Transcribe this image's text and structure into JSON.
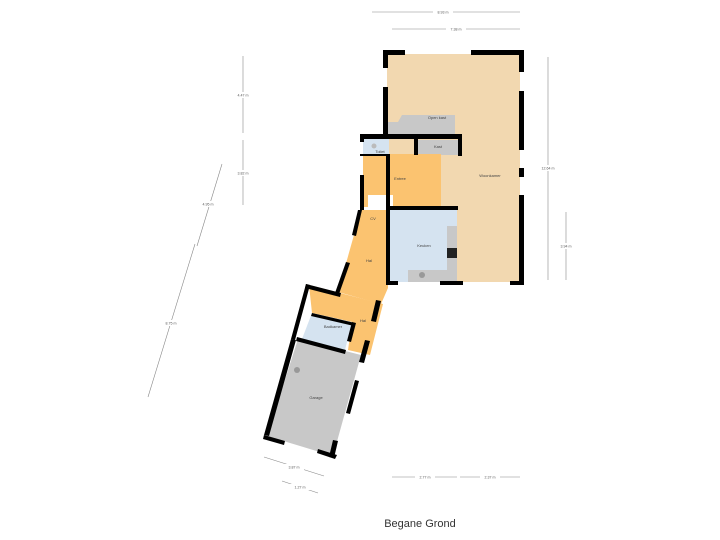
{
  "floor_title": "Begane Grond",
  "rooms": {
    "woonkamer": "Woonkamer",
    "entree": "Entree",
    "toilet": "Toilet",
    "kast": "Kast",
    "open_kast": "Open kast",
    "keuken": "Keuken",
    "hal_upper": "Hal",
    "hal_lower": "Hal",
    "badkamer": "Badkamer",
    "garage": "Garage",
    "wc_label": "CV"
  },
  "dimensions": {
    "top_overall": "8.93 m",
    "top_living": "7.38 m",
    "right_overall": "12.64 m",
    "right_kitchen": "3.94 m",
    "left_upper": "4.47 m",
    "left_lower": "3.82 m",
    "diag_upper": "4.95 m",
    "diag_lower": "8.75 m",
    "bottom_garage": "3.87 m",
    "bottom_garage_inner": "1.27 m",
    "bottom_left": "2.77 m",
    "bottom_right": "2.37 m"
  },
  "colors": {
    "living": "#f2d8b0",
    "hall": "#fbc370",
    "wet": "#d5e3f0",
    "storage": "#c8c8c8",
    "wall": "#000000"
  }
}
